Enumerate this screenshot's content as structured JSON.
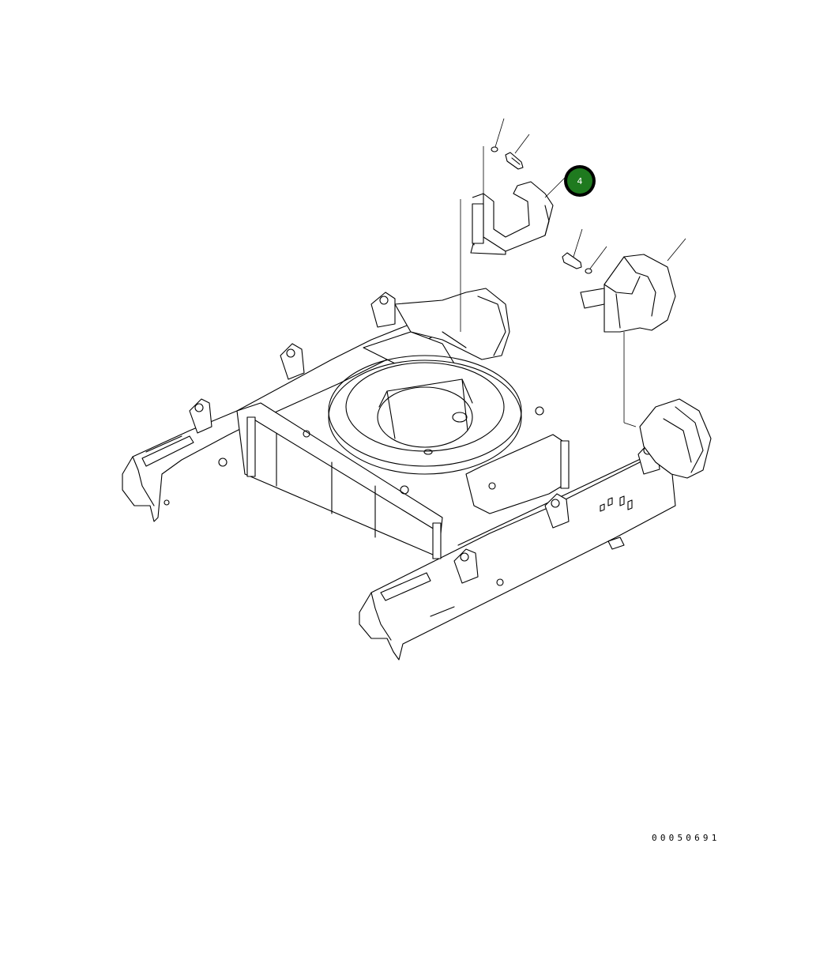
{
  "diagram": {
    "callout": {
      "label": "4",
      "color": "#1f7a1f"
    },
    "document_number": "00050691",
    "parts": [
      "track-frame",
      "swing-circle-mount",
      "left-bracket-guard",
      "right-bracket-guard",
      "bolt",
      "washer"
    ]
  }
}
